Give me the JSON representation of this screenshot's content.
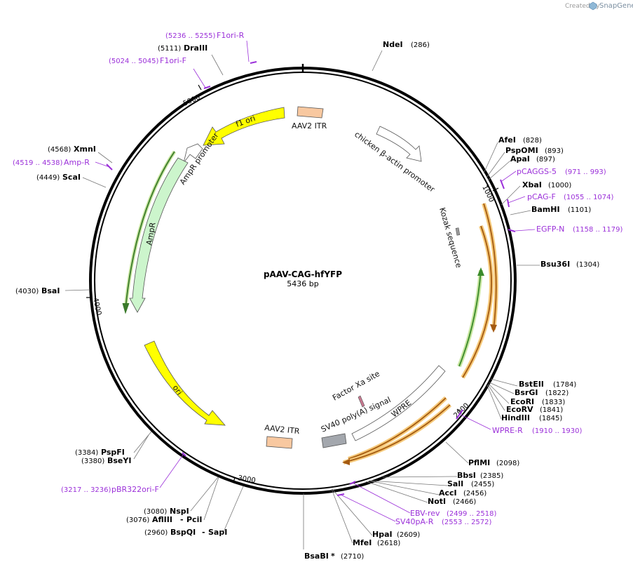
{
  "branding": {
    "created_by": "Created by",
    "product": "SnapGene"
  },
  "plasmid": {
    "name": "pAAV-CAG-hfYFP",
    "size": "5436 bp"
  },
  "ticks": {
    "t1000": "1000",
    "t2000": "2000",
    "t3000": "3000",
    "t4000": "4000",
    "t5000": "5000"
  },
  "features": {
    "aav2_itr_top": "AAV2 ITR",
    "chicken_actin": "chicken β-actin promoter",
    "kozak": "Kozak sequence",
    "f1_ori": "f1 ori",
    "ampr_promoter": "AmpR promoter",
    "ampr": "AmpR",
    "ori": "ori",
    "aav2_itr_bottom": "AAV2 ITR",
    "sv40": "SV40 poly(A) signal",
    "factor_xa": "Factor Xa site",
    "wpre": "WPRE"
  },
  "enzymes": {
    "ndei": {
      "name": "NdeI",
      "pos": "(286)"
    },
    "afei": {
      "name": "AfeI",
      "pos": "(828)"
    },
    "pspomi": {
      "name": "PspOMI",
      "pos": "(893)"
    },
    "apai": {
      "name": "ApaI",
      "pos": "(897)"
    },
    "xbai": {
      "name": "XbaI",
      "pos": "(1000)"
    },
    "bamhi": {
      "name": "BamHI",
      "pos": "(1101)"
    },
    "bsu36i": {
      "name": "Bsu36I",
      "pos": "(1304)"
    },
    "bsteii": {
      "name": "BstEII",
      "pos": "(1784)"
    },
    "bsrgi": {
      "name": "BsrGI",
      "pos": "(1822)"
    },
    "ecori": {
      "name": "EcoRI",
      "pos": "(1833)"
    },
    "ecorv": {
      "name": "EcoRV",
      "pos": "(1841)"
    },
    "hindiii": {
      "name": "HindIII",
      "pos": "(1845)"
    },
    "pflmi": {
      "name": "PflMI",
      "pos": "(2098)"
    },
    "bbsi": {
      "name": "BbsI",
      "pos": "(2385)"
    },
    "sali": {
      "name": "SalI",
      "pos": "(2455)"
    },
    "acci": {
      "name": "AccI",
      "pos": "(2456)"
    },
    "noti": {
      "name": "NotI",
      "pos": "(2466)"
    },
    "hpai": {
      "name": "HpaI",
      "pos": "(2609)"
    },
    "mfei": {
      "name": "MfeI",
      "pos": "(2618)"
    },
    "bsabi": {
      "name": "BsaBI",
      "star": "*",
      "pos": "(2710)"
    },
    "bspqi": {
      "name": "BspQI",
      "pos": "(2960)",
      "sep": "-",
      "alt": "SapI"
    },
    "afliii": {
      "name": "AflIII",
      "pos": "(3076)",
      "sep": "-",
      "alt": "PciI"
    },
    "nspi": {
      "name": "NspI",
      "pos": "(3080)"
    },
    "bseyi": {
      "name": "BseYI",
      "pos": "(3380)"
    },
    "pspfi": {
      "name": "PspFI",
      "pos": "(3384)"
    },
    "bsai": {
      "name": "BsaI",
      "pos": "(4030)"
    },
    "scai": {
      "name": "ScaI",
      "pos": "(4449)"
    },
    "xmni": {
      "name": "XmnI",
      "pos": "(4568)"
    },
    "draiii": {
      "name": "DraIII",
      "pos": "(5111)"
    }
  },
  "primers": {
    "pcaggs5": {
      "name": "pCAGGS-5",
      "range": "(971 .. 993)"
    },
    "pcagf": {
      "name": "pCAG-F",
      "range": "(1055 .. 1074)"
    },
    "egfpn": {
      "name": "EGFP-N",
      "range": "(1158 .. 1179)"
    },
    "wprer": {
      "name": "WPRE-R",
      "range": "(1910 .. 1930)"
    },
    "ebvrev": {
      "name": "EBV-rev",
      "range": "(2499 .. 2518)"
    },
    "sv40par": {
      "name": "SV40pA-R",
      "range": "(2553 .. 2572)"
    },
    "pbr322": {
      "name": "pBR322ori-F",
      "range": "(3217 .. 3236)"
    },
    "ampr": {
      "name": "Amp-R",
      "range": "(4519 .. 4538)"
    },
    "f1orif": {
      "name": "F1ori-F",
      "range": "(5024 .. 5045)"
    },
    "f1orir": {
      "name": "F1ori-R",
      "range": "(5236 .. 5255)"
    }
  },
  "colors": {
    "primer": "#9b30d9",
    "orf_green": "#3aa02a",
    "orf_orange": "#b8741a",
    "ori_yellow": "#ffff00",
    "ampr_fill": "#ccf5cc",
    "itr_fill": "#f8c8a0",
    "sv40_fill": "#a3a7ad"
  }
}
